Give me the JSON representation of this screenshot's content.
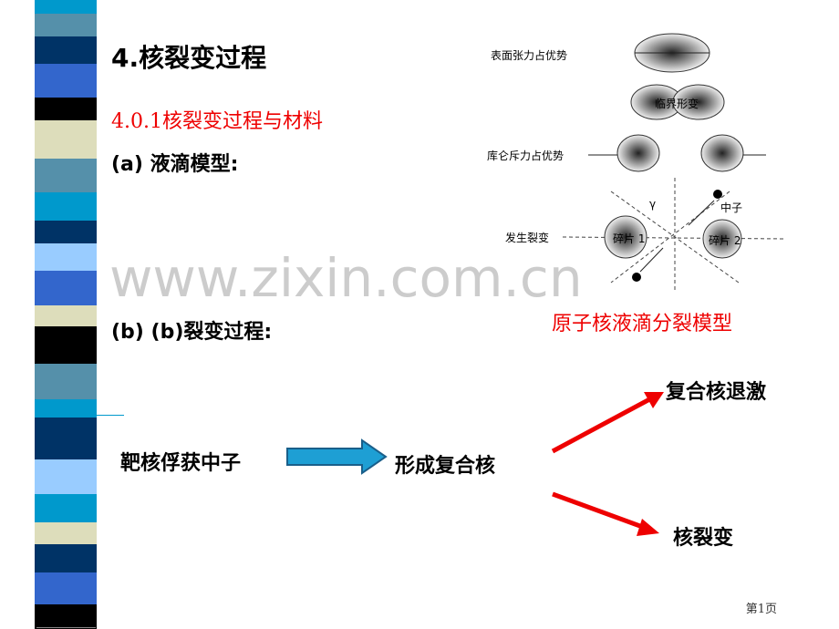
{
  "stripe_colors": [
    "#0099cc",
    "#5590aa",
    "#003366",
    "#3366cc",
    "#000000",
    "#ddddbb",
    "#5590aa",
    "#0099cc",
    "#003366",
    "#99ccff",
    "#3366cc",
    "#ddddbb",
    "#000000",
    "#5590aa",
    "#0099cc",
    "#003366",
    "#99ccff",
    "#0099cc",
    "#ddddbb",
    "#003366",
    "#3366cc",
    "#000000"
  ],
  "title": "4.核裂变过程",
  "subtitle": "4.0.1核裂变过程与材料",
  "section_a": "(a) 液滴模型:",
  "section_b": "(b) (b)裂变过程:",
  "figure": {
    "surface_tension": "表面张力占优势",
    "critical": "临界形变",
    "coulomb": "库仑斥力占优势",
    "fission": "发生裂变",
    "gamma": "γ",
    "neutron": "中子",
    "fragment1": "碎片 1",
    "fragment2": "碎片 2"
  },
  "figure_caption": "原子核液滴分裂模型",
  "flow": {
    "step1": "靶核俘获中子",
    "step2": "形成复合核",
    "out1": "复合核退激",
    "out2": "核裂变"
  },
  "watermark": "www.zixin.com.cn",
  "footer": "第1页"
}
